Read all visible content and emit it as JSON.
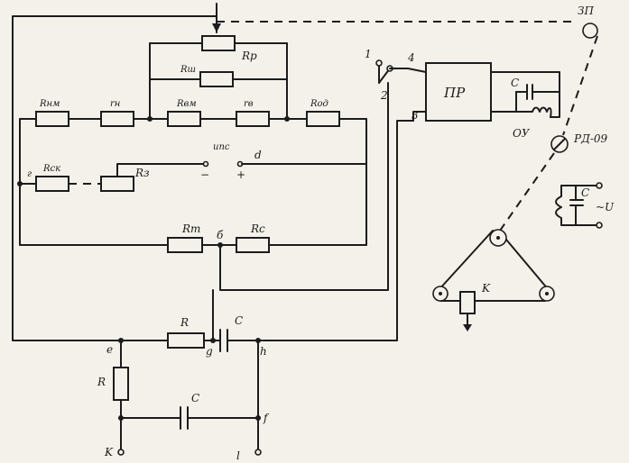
{
  "labels": {
    "r_p": "Rp",
    "r_sh": "Rш",
    "r_nm": "Rнм",
    "r_n": "rн",
    "r_vm": "Rвм",
    "r_v": "rв",
    "r_od": "Rод",
    "r_sk": "Rск",
    "r_z": "Rз",
    "ips": "ипс",
    "node_d": "d",
    "minus": "−",
    "plus": "+",
    "r_t": "Rт",
    "node_b": "б",
    "r_c": "Rc",
    "node_g_small": "г",
    "r_mid": "R",
    "c_mid": "C",
    "node_e": "e",
    "node_g": "g",
    "node_h": "h",
    "r_low": "R",
    "c_low": "C",
    "node_f": "f",
    "node_k": "K",
    "node_l": "l",
    "pr": "ПР",
    "c_pr": "C",
    "ou": "ОУ",
    "sw1": "1",
    "sw2": "2",
    "sw3": "3",
    "sw4": "4",
    "zp": "ЗП",
    "rd09": "РД-09",
    "c_ac": "C",
    "ac_v": "~U",
    "k_pot": "K"
  }
}
